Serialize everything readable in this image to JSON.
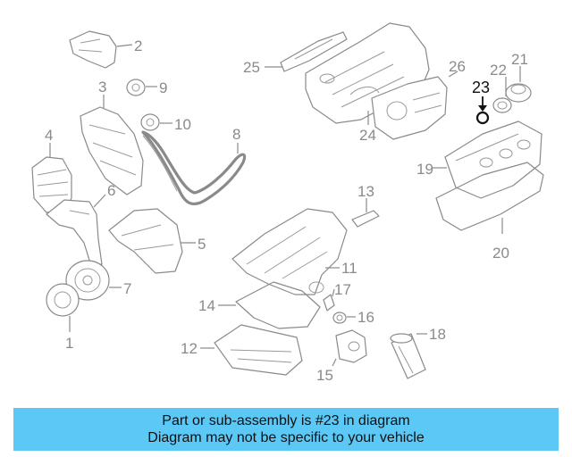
{
  "callouts": {
    "c1": "1",
    "c2": "2",
    "c3": "3",
    "c4": "4",
    "c5": "5",
    "c6": "6",
    "c7": "7",
    "c8": "8",
    "c9": "9",
    "c10": "10",
    "c11": "11",
    "c12": "12",
    "c13": "13",
    "c14": "14",
    "c15": "15",
    "c16": "16",
    "c17": "17",
    "c18": "18",
    "c19": "19",
    "c20": "20",
    "c21": "21",
    "c22": "22",
    "c23": "23",
    "c24": "24",
    "c25": "25",
    "c26": "26"
  },
  "highlighted_part": "23",
  "colors": {
    "banner": "#5bc8f5",
    "parts": "#8a8a8a",
    "highlight": "#111111"
  },
  "banner": {
    "line1": "Part or sub-assembly is #23 in diagram",
    "line2": "Diagram may not be specific to your vehicle"
  }
}
